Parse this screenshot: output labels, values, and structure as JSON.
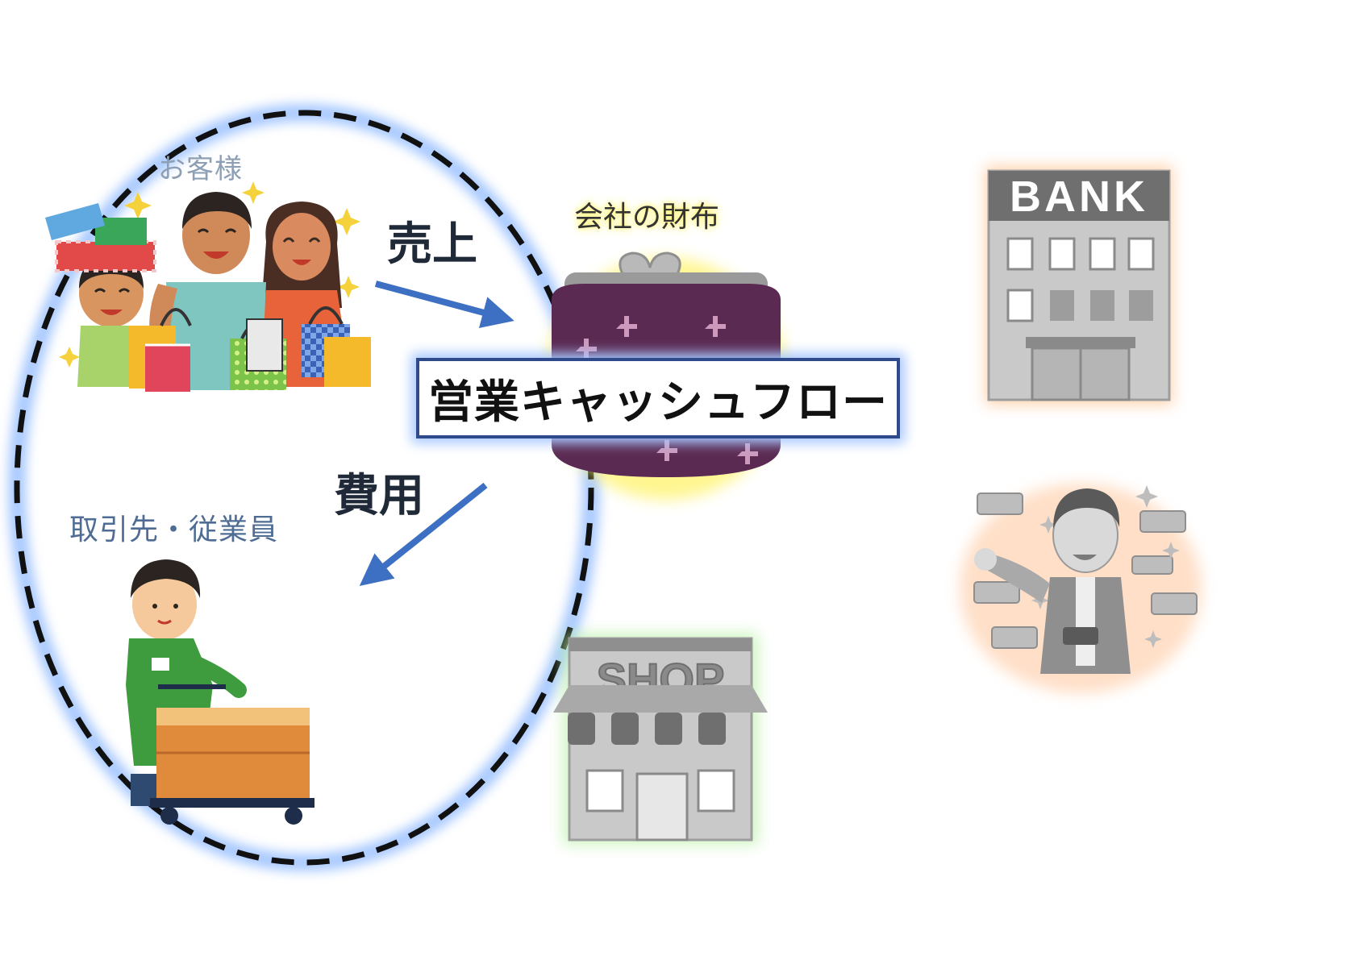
{
  "labels": {
    "customers": "お客様",
    "suppliers_employees": "取引先・従業員",
    "sales": "売上",
    "costs": "費用",
    "wallet": "会社の財布",
    "title": "営業キャッシュフロー"
  },
  "signs": {
    "bank": "BANK",
    "shop": "SHOP"
  },
  "colors": {
    "accent_blue": "#3d6fc2",
    "dashed_boundary": "#111111",
    "boundary_glow": "#9ec3ff",
    "wallet_purple": "#5b2a52",
    "wallet_glow": "#fff36a",
    "bank_glow": "#ffc79a",
    "shop_glow": "#b9f0a6",
    "grayed_building": "#9d9d9d"
  },
  "icons": [
    "customers-illustration",
    "worker-with-cart-illustration",
    "wallet-purse-illustration",
    "bank-building-icon",
    "shop-building-icon",
    "rich-man-illustration"
  ]
}
